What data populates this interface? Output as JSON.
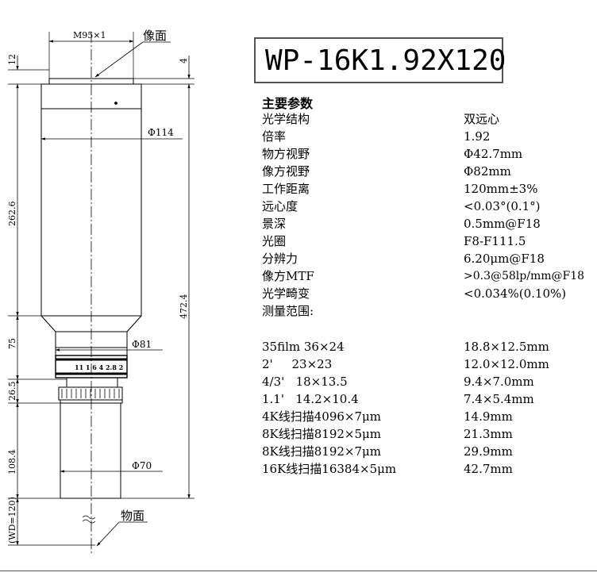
{
  "drawing": {
    "thread_label": "M95×1",
    "image_plane_label": "像面",
    "object_plane_label": "物面",
    "dim_top_left": "12",
    "dim_top_right": "4",
    "dim_body_length": "262.6",
    "dim_cone_length": "75",
    "dim_ring_length": "26.5",
    "dim_bottom_length": "108.4",
    "dim_wd": "(WD=120)",
    "dim_total": "472.4",
    "dia_body": "Φ114",
    "dia_mid": "Φ81",
    "dia_bottom": "Φ70",
    "ring_engraving": "11 1 6 4 2.8 2"
  },
  "model": "WP-16K1.92X120",
  "specs_title": "主要参数",
  "specs": [
    {
      "label": "光学结构",
      "value": "双远心"
    },
    {
      "label": "倍率",
      "value": "1.92"
    },
    {
      "label": "物方视野",
      "value": "Φ42.7mm"
    },
    {
      "label": "像方视野",
      "value": "Φ82mm"
    },
    {
      "label": "工作距离",
      "value": "120mm±3%"
    },
    {
      "label": "远心度",
      "value": "<0.03°(0.1°)"
    },
    {
      "label": "景深",
      "value": "0.5mm@F18"
    },
    {
      "label": "光圈",
      "value": "F8-F111.5"
    },
    {
      "label": "分辨力",
      "value": "6.20μm@F18"
    },
    {
      "label": "像方MTF",
      "value": ">0.3@58lp/mm@F18"
    },
    {
      "label": "光学畸变",
      "value": "<0.034%(0.10%)"
    },
    {
      "label": "测量范围:",
      "value": ""
    }
  ],
  "sensors": [
    {
      "label": "35film 36×24",
      "value": "18.8×12.5mm"
    },
    {
      "label": "2'     23×23",
      "value": "12.0×12.0mm"
    },
    {
      "label": "4/3'   18×13.5",
      "value": "9.4×7.0mm"
    },
    {
      "label": "1.1'   14.2×10.4",
      "value": "7.4×5.4mm"
    },
    {
      "label": "4K线扫描4096×7μm",
      "value": "14.9mm"
    },
    {
      "label": "8K线扫描8192×5μm",
      "value": "21.3mm"
    },
    {
      "label": "8K线扫描8192×7μm",
      "value": "29.9mm"
    },
    {
      "label": "16K线扫描16384×5μm",
      "value": "42.7mm"
    }
  ]
}
